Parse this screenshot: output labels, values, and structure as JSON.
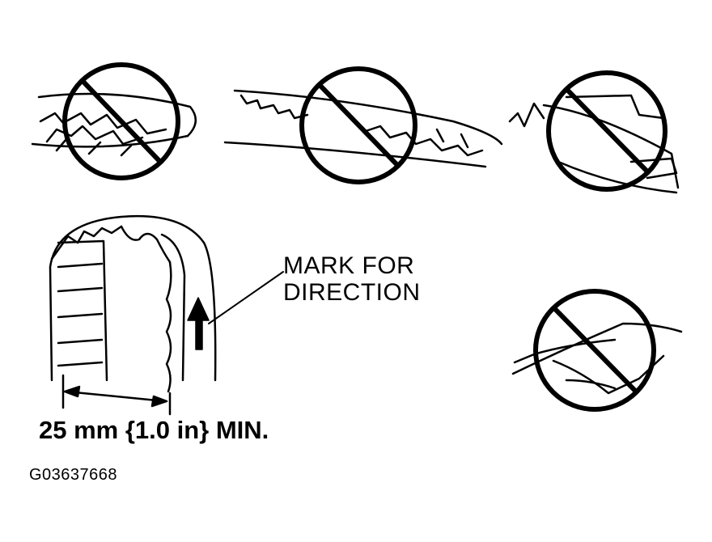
{
  "labels": {
    "mark_line1": "MARK FOR",
    "mark_line2": "DIRECTION",
    "min_width": "25 mm {1.0 in} MIN.",
    "figure_id": "G03637668"
  },
  "colors": {
    "ink": "#000000",
    "paper": "#ffffff"
  }
}
